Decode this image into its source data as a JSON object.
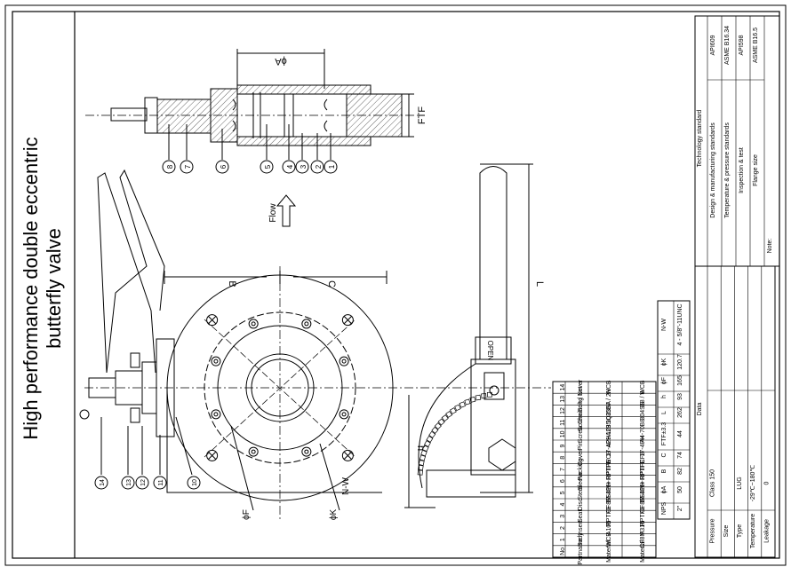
{
  "title_line1": "High performance double eccentric",
  "title_line2": "butterfly valve",
  "dims": {
    "phiA": "ϕA",
    "FTF": "FTF",
    "B": "B",
    "C": "C",
    "L": "L",
    "h": "h",
    "phiF": "ϕF",
    "phiK": "ϕK",
    "NW": "N-W"
  },
  "flow_label": "Flow",
  "open_label": "OPEN",
  "callouts_top": [
    "8",
    "7",
    "6",
    "5",
    "4",
    "3",
    "2",
    "1"
  ],
  "callouts_side": [
    "14",
    "13",
    "12",
    "11",
    "10"
  ],
  "parts": {
    "headers": [
      "No",
      "Partname",
      "Material",
      "Material"
    ],
    "rows": [
      [
        "14",
        "Lever",
        "WCB",
        "WCB"
      ],
      [
        "13",
        "Bolt / Nut",
        "B7 / 2H",
        "B8 / 8"
      ],
      [
        "12",
        "Chainring",
        "Q235A",
        "304SS"
      ],
      [
        "11",
        "Screw",
        "A29 1035",
        "B8"
      ],
      [
        "10",
        "Screw",
        "A29 1035",
        "A4-70"
      ],
      [
        "9",
        "Pin",
        "17-4PH",
        "17-4PH"
      ],
      [
        "8",
        "Cover",
        "WCB",
        "CF8"
      ],
      [
        "7",
        "Packing",
        "RPTFE",
        "RPTFE"
      ],
      [
        "6",
        "Sleeve",
        "SS316+RPTFE",
        "SS316+RPTFE"
      ],
      [
        "5",
        "Stem",
        "17-4PH",
        "17-4PH"
      ],
      [
        "4",
        "Disc",
        "CF8M",
        "CF8M"
      ],
      [
        "3",
        "Seat",
        "RPTFE",
        "RPTFE"
      ],
      [
        "2",
        "Insert",
        "A105",
        "F316"
      ],
      [
        "1",
        "Body",
        "WCB",
        "CF8M"
      ]
    ]
  },
  "dimensions_table": {
    "headers": [
      "NPS",
      "ϕA",
      "B",
      "C",
      "FTF±3.3",
      "L",
      "h",
      "ϕF",
      "ϕK",
      "N-W"
    ],
    "row": [
      "2\"",
      "50",
      "82",
      "74",
      "44",
      "262",
      "93",
      "165",
      "120.7",
      "4 - 5/8\"-11UNC"
    ]
  },
  "data_table": {
    "title": "Data",
    "rows": [
      [
        "Pressure",
        "Class 150"
      ],
      [
        "Size",
        ""
      ],
      [
        "Type",
        "LUG"
      ],
      [
        "Temperature",
        "-29℃~180℃"
      ],
      [
        "Leakage",
        "0"
      ]
    ]
  },
  "tech_table": {
    "title": "Technology standard",
    "rows": [
      [
        "Design & manufacturing standards",
        "API609"
      ],
      [
        "Temperature & pressure standards",
        "ASME B16.34"
      ],
      [
        "Inspection & test",
        "API598"
      ],
      [
        "Flange size",
        "ASME B16.5"
      ]
    ],
    "note": "Note:"
  }
}
